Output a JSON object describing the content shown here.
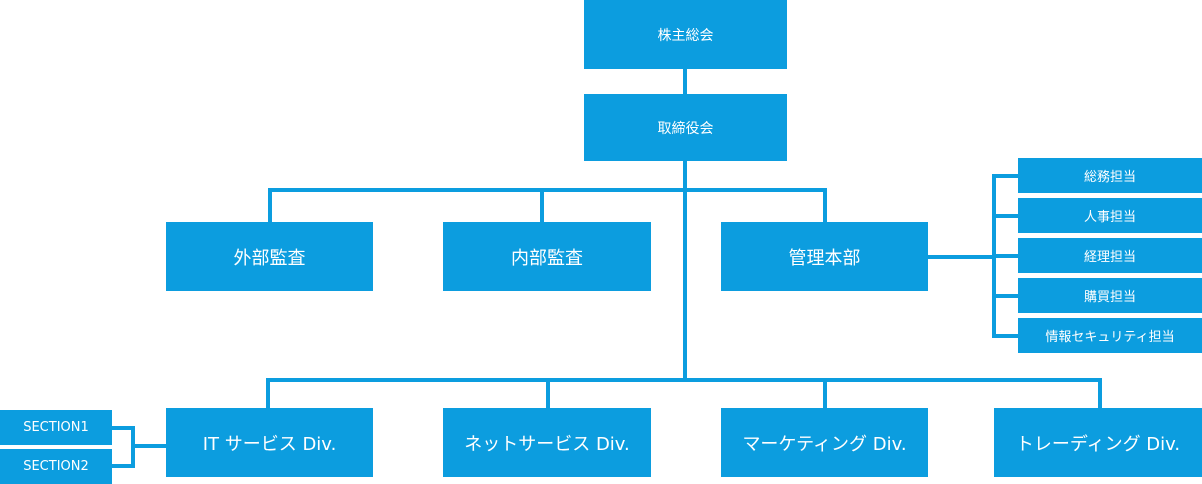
{
  "nodes": {
    "shareholders": "株主総会",
    "board": "取締役会",
    "external_audit": "外部監査",
    "internal_audit": "内部監査",
    "management": "管理本部",
    "management_units": [
      "総務担当",
      "人事担当",
      "経理担当",
      "購買担当",
      "情報セキュリティ担当"
    ],
    "divisions": [
      "IT サービス Div.",
      "ネットサービス Div.",
      "マーケティング Div.",
      "トレーディング Div."
    ],
    "it_sections": [
      "SECTION1",
      "SECTION2"
    ]
  },
  "colors": {
    "box": "#0c9ddf",
    "line": "#0c9ddf",
    "text": "#ffffff"
  }
}
